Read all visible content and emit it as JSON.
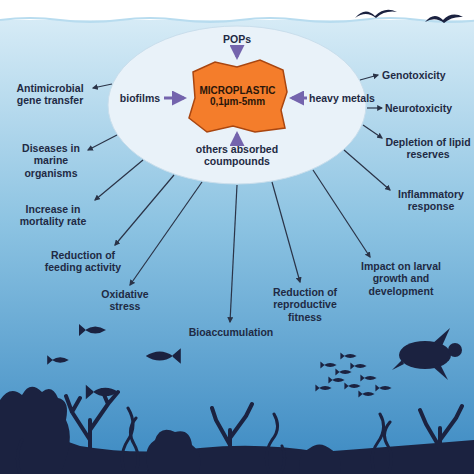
{
  "diagram": {
    "nodes": [
      {
        "text": [
          "POPs",
          "biofilms",
          "heavy metals",
          "others absorbed coumpounds"
        ]
      },
      {
        "text": [
          "MICROPLASTIC 0,1µm-5mm"
        ],
        "in": 0
      }
    ],
    "labels": [
      "Antimicrobial gene transfer",
      "Genotoxicity",
      "Neurotoxicity",
      "Diseases in marine organisms",
      "Depletion of lipid reserves",
      "Inflammatory response",
      "Increase in mortality rate",
      "Reduction of feeding activity",
      "Impact on larval growth and development",
      "Oxidative stress",
      "Reduction of reproductive fitness",
      "Bioaccumulation"
    ]
  }
}
